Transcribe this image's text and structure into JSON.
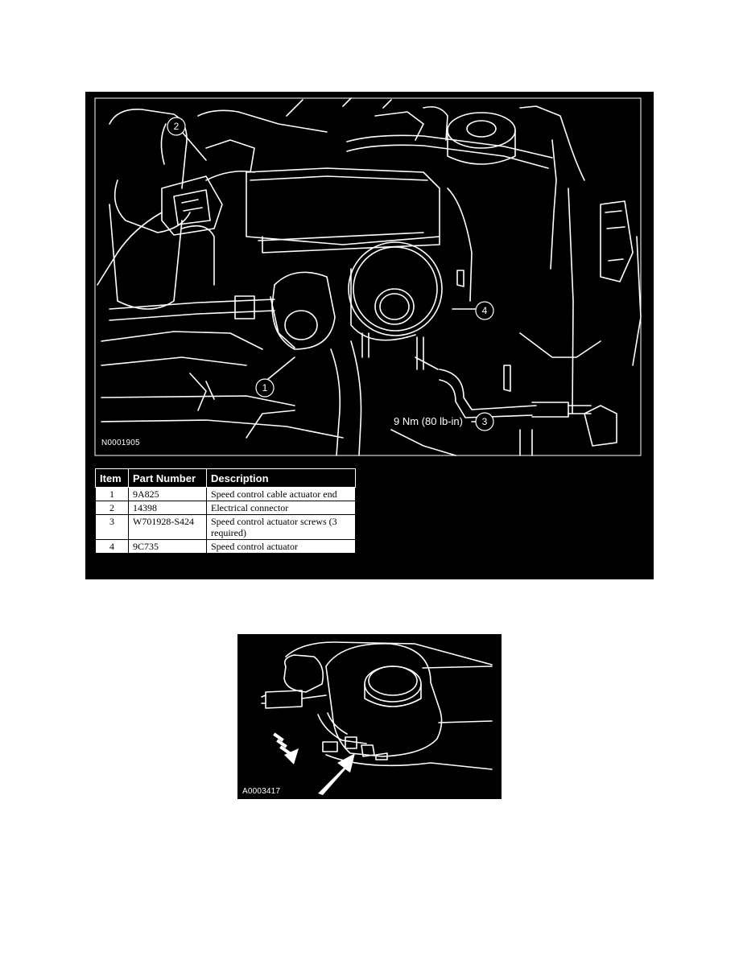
{
  "figure1": {
    "id": "N0001905",
    "torque_label": "9 Nm (80 lb-in)",
    "callouts": [
      "1",
      "2",
      "3",
      "4"
    ]
  },
  "parts_table": {
    "headers": [
      "Item",
      "Part Number",
      "Description"
    ],
    "rows": [
      {
        "item": "1",
        "part_number": "9A825",
        "description": "Speed control cable actuator end"
      },
      {
        "item": "2",
        "part_number": "14398",
        "description": "Electrical connector"
      },
      {
        "item": "3",
        "part_number": "W701928-S424",
        "description": "Speed control actuator screws (3 required)"
      },
      {
        "item": "4",
        "part_number": "9C735",
        "description": "Speed control actuator"
      }
    ]
  },
  "figure2": {
    "id": "A0003417"
  }
}
